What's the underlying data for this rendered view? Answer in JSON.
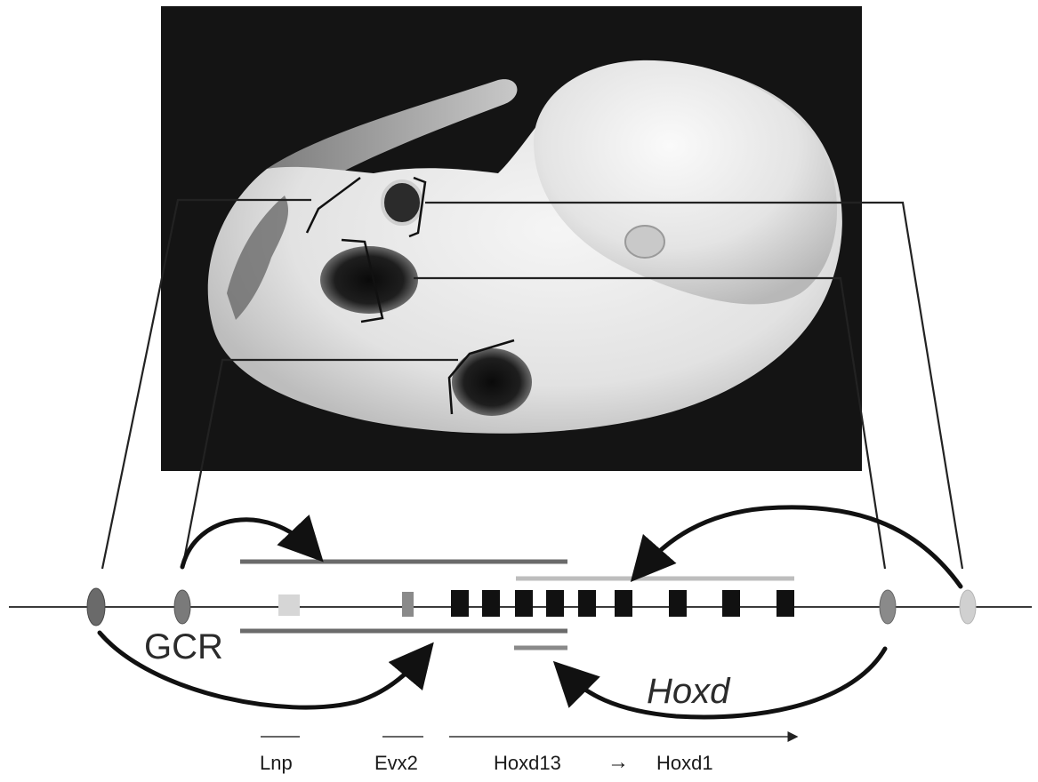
{
  "labels": {
    "gcr": "GCR",
    "hoxd": "Hoxd",
    "lnp": "Lnp",
    "evx2": "Evx2",
    "hoxd13": "Hoxd13",
    "arrow_glyph": "→",
    "hoxd1": "Hoxd1"
  },
  "colors": {
    "background": "#ffffff",
    "photo_background": "#141414",
    "embryo_body": "#e9e9e9",
    "dna_line": "#3a3a3a",
    "gene_box": "#111111",
    "lnp_box": "#d6d6d6",
    "evx2_box": "#8a8a8a",
    "regulatory_bar_dark": "#6b6b6b",
    "regulatory_bar_light": "#bdbdbd",
    "enhancer_dark": "#7a7a7a",
    "enhancer_light": "#d0d0d0",
    "connector_line": "#222222"
  },
  "icons": [
    "embryo-photo",
    "enhancer-ellipse",
    "gene-box",
    "curved-regulation-arrow"
  ]
}
